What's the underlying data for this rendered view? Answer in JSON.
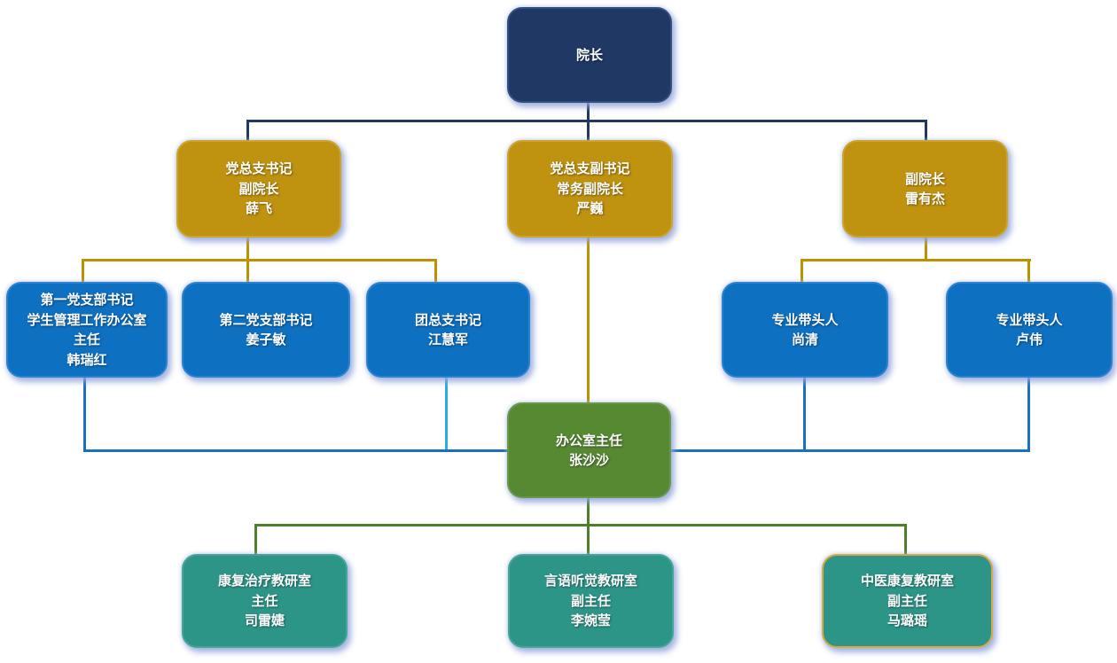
{
  "org": {
    "nodes": {
      "dean": {
        "lines": [
          "院长"
        ]
      },
      "party_secretary": {
        "lines": [
          "党总支书记",
          "副院长",
          "薛飞"
        ]
      },
      "deputy_party_secretary": {
        "lines": [
          "党总支副书记",
          "常务副院长",
          "严巍"
        ]
      },
      "vice_dean": {
        "lines": [
          "副院长",
          "雷有杰"
        ]
      },
      "branch1": {
        "lines": [
          "第一党支部书记",
          "学生管理工作办公室",
          "主任",
          "韩瑞红"
        ]
      },
      "branch2": {
        "lines": [
          "第二党支部书记",
          "姜子敏"
        ]
      },
      "youth_league": {
        "lines": [
          "团总支书记",
          "江慧军"
        ]
      },
      "program_leader1": {
        "lines": [
          "专业带头人",
          "尚清"
        ]
      },
      "program_leader2": {
        "lines": [
          "专业带头人",
          "卢伟"
        ]
      },
      "office_director": {
        "lines": [
          "办公室主任",
          "张沙沙"
        ]
      },
      "rehab_section": {
        "lines": [
          "康复治疗教研室",
          "主任",
          "司雷婕"
        ]
      },
      "speech_section": {
        "lines": [
          "言语听觉教研室",
          "副主任",
          "李婉莹"
        ]
      },
      "tcm_section": {
        "lines": [
          "中医康复教研室",
          "副主任",
          "马璐瑶"
        ]
      }
    }
  },
  "palette": {
    "navy": "#1F3864",
    "gold": "#BF9210",
    "blue": "#0E70C1",
    "green": "#568932",
    "teal": "#2D9588",
    "navy_connector": "#1F3864",
    "gold_connector": "#BF9000",
    "blue_connector": "#1A6FBF",
    "cyan_connector": "#2BACE2",
    "green_connector": "#4E7F2B",
    "tcm_border_gold": "#D9A93E"
  }
}
